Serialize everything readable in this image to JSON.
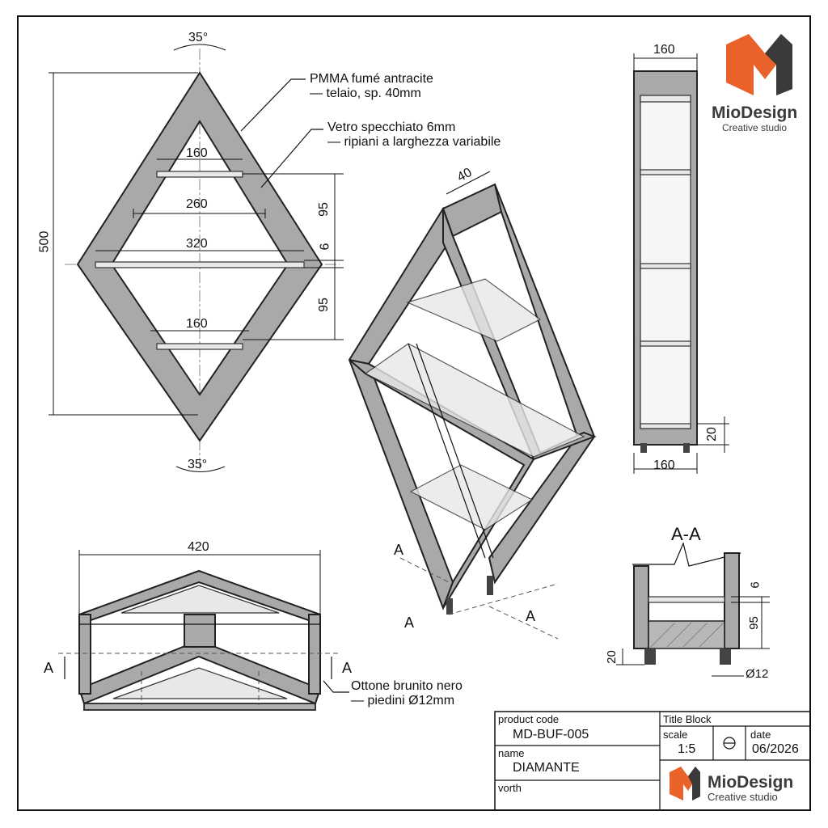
{
  "front": {
    "angle_top": "35°",
    "angle_bottom": "35°",
    "dim_height": "500",
    "dim_160_top": "160",
    "dim_260": "260",
    "dim_320": "320",
    "dim_160_bottom": "160",
    "dim_95_top": "95",
    "dim_6": "6",
    "dim_95_bottom": "95"
  },
  "callouts": {
    "frame_line1": "PMMA fumé antracite",
    "frame_line2": "— telaio, sp. 40mm",
    "glass_line1": "Vetro specchiato 6mm",
    "glass_line2": "— ripiani a larghezza variabile",
    "feet_line1": "Ottone brunito nero",
    "feet_line2": "— piedini Ø12mm"
  },
  "iso": {
    "dim_depth": "40",
    "section_a": "A"
  },
  "side": {
    "dim_top": "160",
    "dim_bottom": "160",
    "dim_feet": "20"
  },
  "plan": {
    "dim_width": "420",
    "section_a": "A"
  },
  "section": {
    "title": "A-A",
    "dim_6": "6",
    "dim_95": "95",
    "dim_20": "20",
    "dim_dia": "Ø12"
  },
  "logo": {
    "brand": "MioDesign",
    "tagline": "Creative studio",
    "colors": {
      "orange": "#e8622a",
      "dark": "#3a3a3a"
    }
  },
  "title_block": {
    "product_code_label": "product code",
    "product_code": "MD-BUF-005",
    "name_label": "name",
    "name": "DIAMANTE",
    "north_label": "vorth",
    "header": "Title Block",
    "scale_label": "scale",
    "scale": "1:5",
    "date_label": "date",
    "date": "06/2026"
  }
}
